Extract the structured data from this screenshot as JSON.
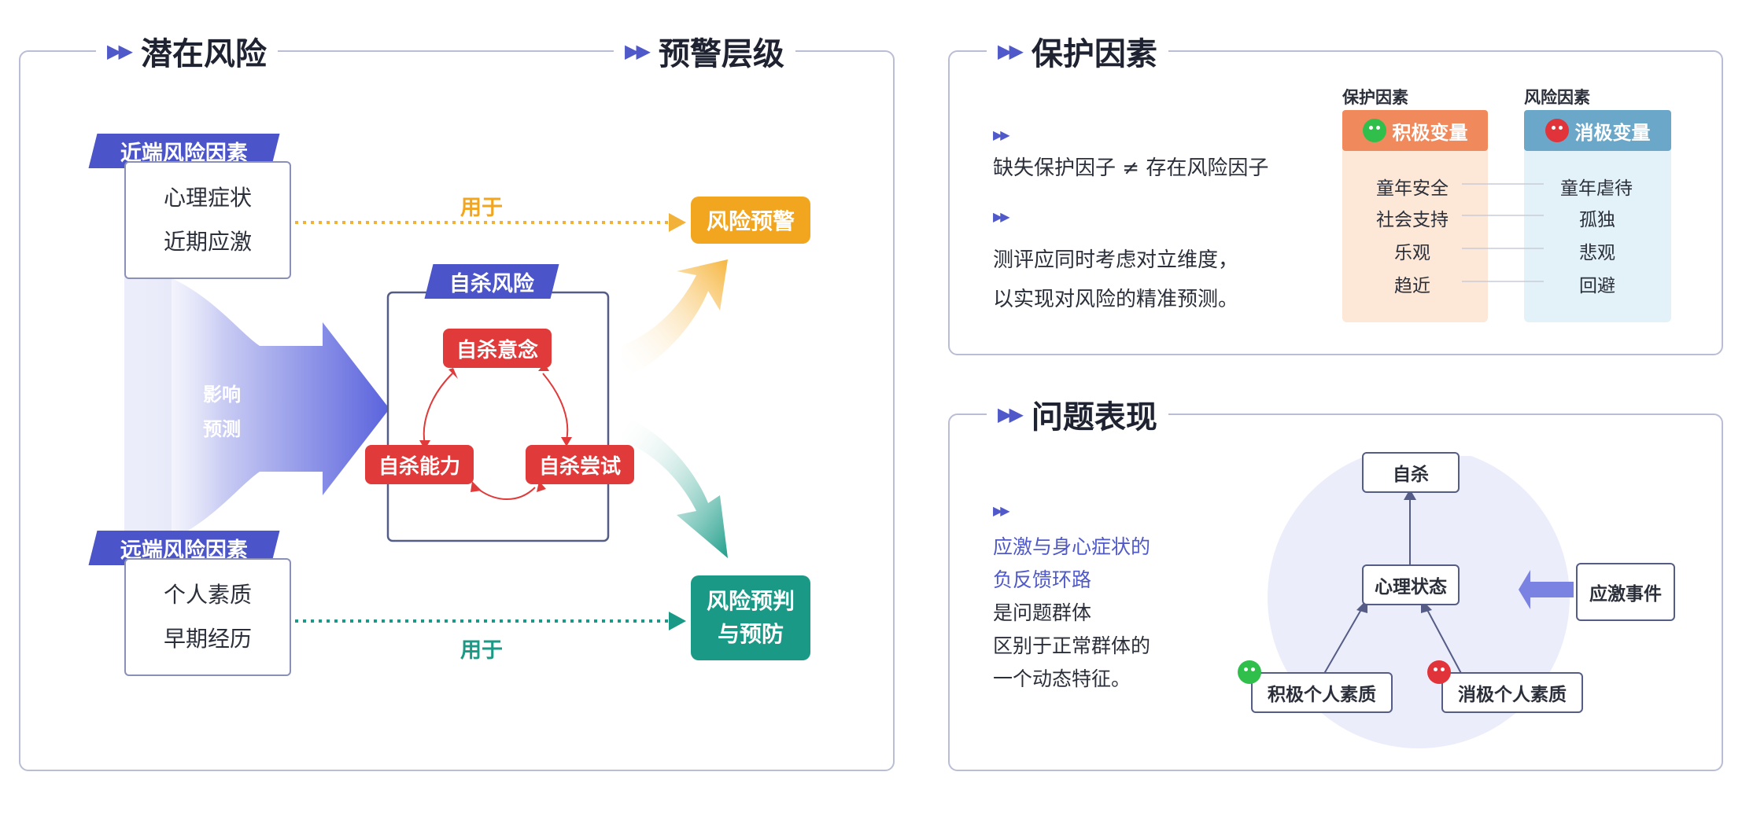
{
  "left_panel": {
    "title_a": "潜在风险",
    "title_b": "预警层级",
    "proximal_tag": "近端风险因素",
    "proximal_items": [
      "心理症状",
      "近期应激"
    ],
    "distal_tag": "远端风险因素",
    "distal_items": [
      "个人素质",
      "早期经历"
    ],
    "influence_label": [
      "影响",
      "预测"
    ],
    "suicide_tag": "自杀风险",
    "cycle": [
      "自杀意念",
      "自杀能力",
      "自杀尝试"
    ],
    "used_for_1": "用于",
    "used_for_2": "用于",
    "warning": "风险预警",
    "prevention": [
      "风险预判",
      "与预防"
    ]
  },
  "protect_panel": {
    "title": "保护因素",
    "line1": "缺失保护因子 ≠ 存在风险因子",
    "line2": "测评应同时考虑对立维度，",
    "line3": "以实现对风险的精准预测。",
    "col1_title": "保护因素",
    "col1_head": "积极变量",
    "col1_items": [
      "童年安全",
      "社会支持",
      "乐观",
      "趋近"
    ],
    "col2_title": "风险因素",
    "col2_head": "消极变量",
    "col2_items": [
      "童年虐待",
      "孤独",
      "悲观",
      "回避"
    ],
    "colors": {
      "protect": "#f08a5d",
      "risk": "#6aa7c8"
    }
  },
  "problem_panel": {
    "title": "问题表现",
    "text_highlight": [
      "应激与身心症状的",
      "负反馈环路"
    ],
    "text_plain": [
      "是问题群体",
      "区别于正常群体的",
      "一个动态特征。"
    ],
    "nodes": {
      "top": "自杀",
      "center": "心理状态",
      "right": "应激事件",
      "left": "积极个人素质",
      "bottom_right": "消极个人素质"
    }
  }
}
